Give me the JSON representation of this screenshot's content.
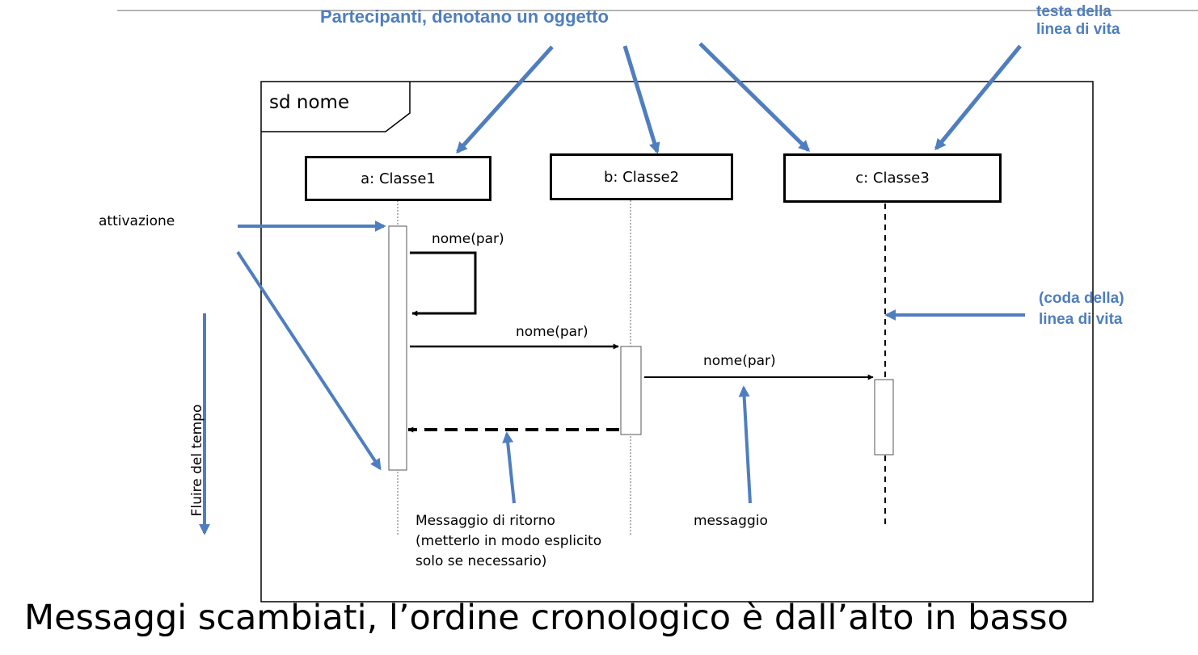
{
  "annotations": {
    "participants_note": "Partecipanti, denotano un oggetto",
    "lifeline_head": [
      "testa della",
      "linea di vita"
    ],
    "lifeline_tail": [
      "(coda della)",
      "linea di vita"
    ],
    "activation": "attivazione",
    "time_flow": "Fluire del tempo",
    "return_message": [
      "Messaggio di ritorno",
      "(metterlo in modo esplicito",
      "solo se necessario)"
    ],
    "message": "messaggio"
  },
  "frame": {
    "label": "sd nome"
  },
  "participants": [
    "a: Classe1",
    "b: Classe2",
    "c: Classe3"
  ],
  "messages": {
    "self_call": "nome(par)",
    "a_to_b": "nome(par)",
    "b_to_c": "nome(par)"
  },
  "footer": "Messaggi scambiati, l’ordine cronologico è dall’alto in basso",
  "colors": {
    "annotation": "#4F7EC0",
    "diagram": "#000000"
  }
}
